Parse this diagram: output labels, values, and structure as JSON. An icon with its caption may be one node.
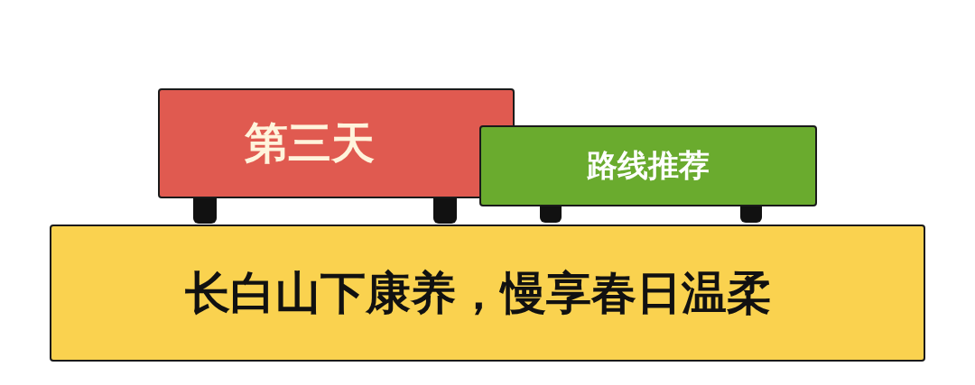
{
  "diagram": {
    "nodes": [
      {
        "text": [
          "第三天"
        ]
      },
      {
        "text": [
          "路线推荐"
        ]
      },
      {
        "text": [
          "长白山下康养，慢享春日温柔"
        ]
      }
    ]
  }
}
